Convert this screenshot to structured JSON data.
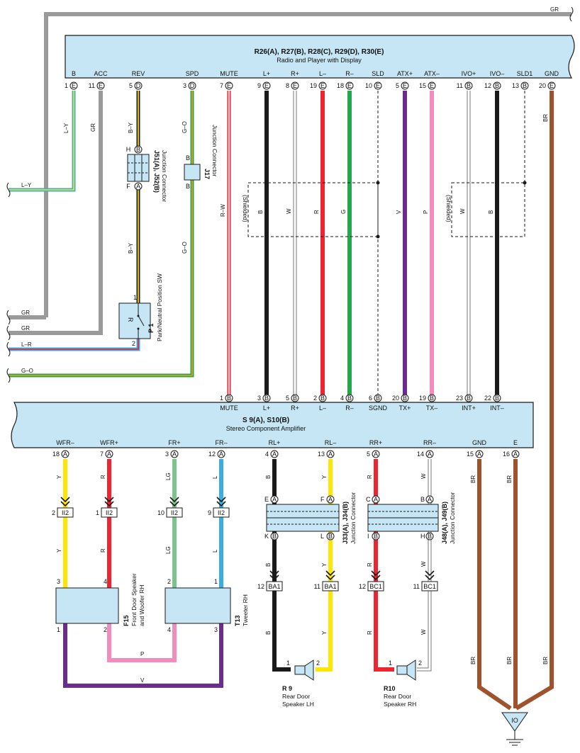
{
  "radio": {
    "title": "R26(A), R27(B), R28(C), R29(D), R30(E)",
    "subtitle": "Radio and Player with Display",
    "pins": [
      {
        "name": "B",
        "num": "1",
        "conn": "E"
      },
      {
        "name": "ACC",
        "num": "11",
        "conn": "E"
      },
      {
        "name": "REV",
        "num": "5",
        "conn": "D"
      },
      {
        "name": "SPD",
        "num": "3",
        "conn": "D"
      },
      {
        "name": "MUTE",
        "num": "7",
        "conn": "E"
      },
      {
        "name": "L+",
        "num": "9",
        "conn": "E"
      },
      {
        "name": "R+",
        "num": "8",
        "conn": "E"
      },
      {
        "name": "L–",
        "num": "19",
        "conn": "E"
      },
      {
        "name": "R–",
        "num": "18",
        "conn": "E"
      },
      {
        "name": "SLD",
        "num": "10",
        "conn": "E"
      },
      {
        "name": "ATX+",
        "num": "5",
        "conn": "E"
      },
      {
        "name": "ATX–",
        "num": "15",
        "conn": "E"
      },
      {
        "name": "IVO+",
        "num": "11",
        "conn": "B"
      },
      {
        "name": "IVO–",
        "num": "12",
        "conn": "B"
      },
      {
        "name": "SLD1",
        "num": "13",
        "conn": "B"
      },
      {
        "name": "GND",
        "num": "20",
        "conn": "E"
      }
    ]
  },
  "amp": {
    "title": "S 9(A), S10(B)",
    "subtitle": "Stereo Component Amplifier",
    "top_pins": [
      {
        "name": "MUTE",
        "num": "1",
        "conn": "B"
      },
      {
        "name": "L+",
        "num": "3",
        "conn": "B"
      },
      {
        "name": "R+",
        "num": "5",
        "conn": "B"
      },
      {
        "name": "L–",
        "num": "2",
        "conn": "B"
      },
      {
        "name": "R–",
        "num": "4",
        "conn": "B"
      },
      {
        "name": "SGND",
        "num": "6",
        "conn": "B"
      },
      {
        "name": "TX+",
        "num": "20",
        "conn": "B"
      },
      {
        "name": "TX–",
        "num": "19",
        "conn": "B"
      },
      {
        "name": "INT+",
        "num": "23",
        "conn": "B"
      },
      {
        "name": "INT–",
        "num": "22",
        "conn": "B"
      }
    ],
    "bottom_pins": [
      {
        "name": "WFR–",
        "num": "18",
        "conn": "A"
      },
      {
        "name": "WFR+",
        "num": "7",
        "conn": "A"
      },
      {
        "name": "FR+",
        "num": "3",
        "conn": "A"
      },
      {
        "name": "FR–",
        "num": "12",
        "conn": "A"
      },
      {
        "name": "RL+",
        "num": "4",
        "conn": "A"
      },
      {
        "name": "RL–",
        "num": "13",
        "conn": "A"
      },
      {
        "name": "RR+",
        "num": "5",
        "conn": "A"
      },
      {
        "name": "RR–",
        "num": "14",
        "conn": "A"
      },
      {
        "name": "GND",
        "num": "15",
        "conn": "A"
      },
      {
        "name": "E",
        "num": "16",
        "conn": "A"
      }
    ]
  },
  "wire_codes": {
    "gr": "GR",
    "ly": "L–Y",
    "by": "B–Y",
    "go": "G–O",
    "rw": "R–W",
    "b": "B",
    "w": "W",
    "r": "R",
    "g": "G",
    "v": "V",
    "p": "P",
    "br": "BR",
    "lr": "L–R",
    "y": "Y",
    "lg": "LG",
    "l": "L"
  },
  "junctions": {
    "j51": {
      "name": "J51(A), J52(B)",
      "desc": "Junction Connector",
      "top": "H",
      "bottom": "F",
      "top_conn": "B",
      "bottom_conn": "A"
    },
    "j17": {
      "name": "J17",
      "desc": "Junction Connector",
      "top": "B",
      "bottom": "B"
    },
    "j33": {
      "name": "J33(A), J34(B)",
      "desc": "Junction Connector",
      "pins": [
        "E",
        "F",
        "K",
        "L"
      ]
    },
    "j48": {
      "name": "J48(A), J49(B)",
      "desc": "Junction Connector",
      "pins": [
        "C",
        "B",
        "I",
        "H"
      ]
    }
  },
  "park_sw": {
    "name": "P 1",
    "desc": "Park/Neutral Position SW",
    "pin1": "1",
    "pin2": "2",
    "letter": "R"
  },
  "shielded": "(Shielded)",
  "splice": {
    "ii2": "II2",
    "ba1": "BA1",
    "bc1": "BC1",
    "pins": [
      "2",
      "1",
      "10",
      "9",
      "12",
      "11",
      "12",
      "11"
    ]
  },
  "front_speaker": {
    "name": "F15",
    "desc1": "Front Door Speaker",
    "desc2": "and Woofer RH",
    "pins": [
      "3",
      "4",
      "1",
      "2"
    ]
  },
  "tweeter": {
    "name": "T13",
    "desc": "Tweeter RH",
    "pins": [
      "2",
      "1",
      "4",
      "3"
    ]
  },
  "rear_lh": {
    "name": "R 9",
    "desc1": "Rear Door",
    "desc2": "Speaker LH",
    "pins": [
      "1",
      "2"
    ]
  },
  "rear_rh": {
    "name": "R10",
    "desc1": "Rear Door",
    "desc2": "Speaker RH",
    "pins": [
      "1",
      "2"
    ]
  },
  "ground": "IO",
  "colors": {
    "panel": "#c6e6f5",
    "gray": "#9a9a9a",
    "yellow": "#ffe600",
    "blue": "#3aaee0",
    "green": "#22a84a",
    "red": "#ee2430",
    "black": "#1a1a1a",
    "purple": "#6a2c91",
    "pink": "#f28cbd",
    "brown": "#a0522d",
    "lgreen": "#7cc48e",
    "olive": "#c8b830"
  }
}
